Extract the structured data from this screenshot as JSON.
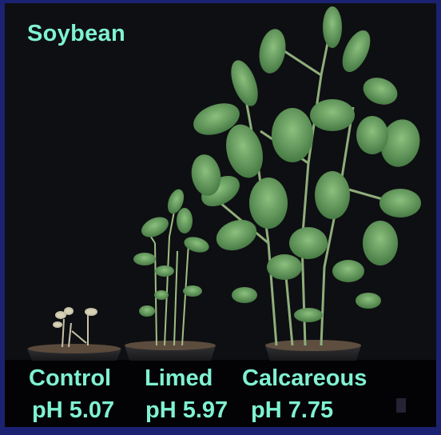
{
  "colors": {
    "label": "#7ff2d2",
    "background": "#0e0f12",
    "frame": "#1c2272",
    "leaf": "#5f9a5a",
    "stem": "#8ea77a",
    "pot": "#2b2b2d"
  },
  "photo": {
    "title": "Soybean",
    "treatments": [
      {
        "name": "Control",
        "ph": "pH 5.07"
      },
      {
        "name": "Limed",
        "ph": "pH 5.97"
      },
      {
        "name": "Calcareous",
        "ph": "pH 7.75"
      }
    ]
  }
}
